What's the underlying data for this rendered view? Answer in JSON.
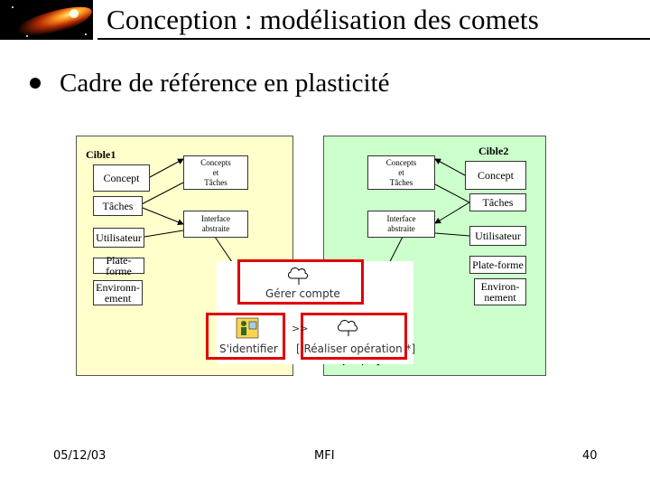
{
  "slide": {
    "title": "Conception : modélisation des comets",
    "bullet": "Cadre de référence en plasticité"
  },
  "diagram": {
    "left": {
      "name": "Cible1",
      "items": [
        "Concept",
        "Tâches",
        "Utilisateur",
        "Plate-forme",
        "Environn-ement"
      ]
    },
    "right": {
      "name": "Cible2",
      "items": [
        "Concept",
        "Tâches",
        "Utilisateur",
        "Plate-forme",
        "Environ-nement"
      ]
    },
    "left_concepts": [
      "Concepts",
      "et",
      "Tâches"
    ],
    "left_interface": [
      "Interface",
      "abstraite"
    ],
    "right_concepts": [
      "Concepts",
      "et",
      "Tâches"
    ],
    "right_interface": [
      "Interface",
      "abstraite"
    ],
    "tasks": {
      "top": "Gérer compte",
      "left": "S'identifier",
      "right": "[ Réaliser opération  *]",
      "operator": ">>"
    },
    "highlight_color": "#e00000",
    "left_bg": "#ffffcc",
    "right_bg": "#ccffcc"
  },
  "footer": {
    "date": "05/12/03",
    "center": "MFI",
    "page": "40"
  }
}
